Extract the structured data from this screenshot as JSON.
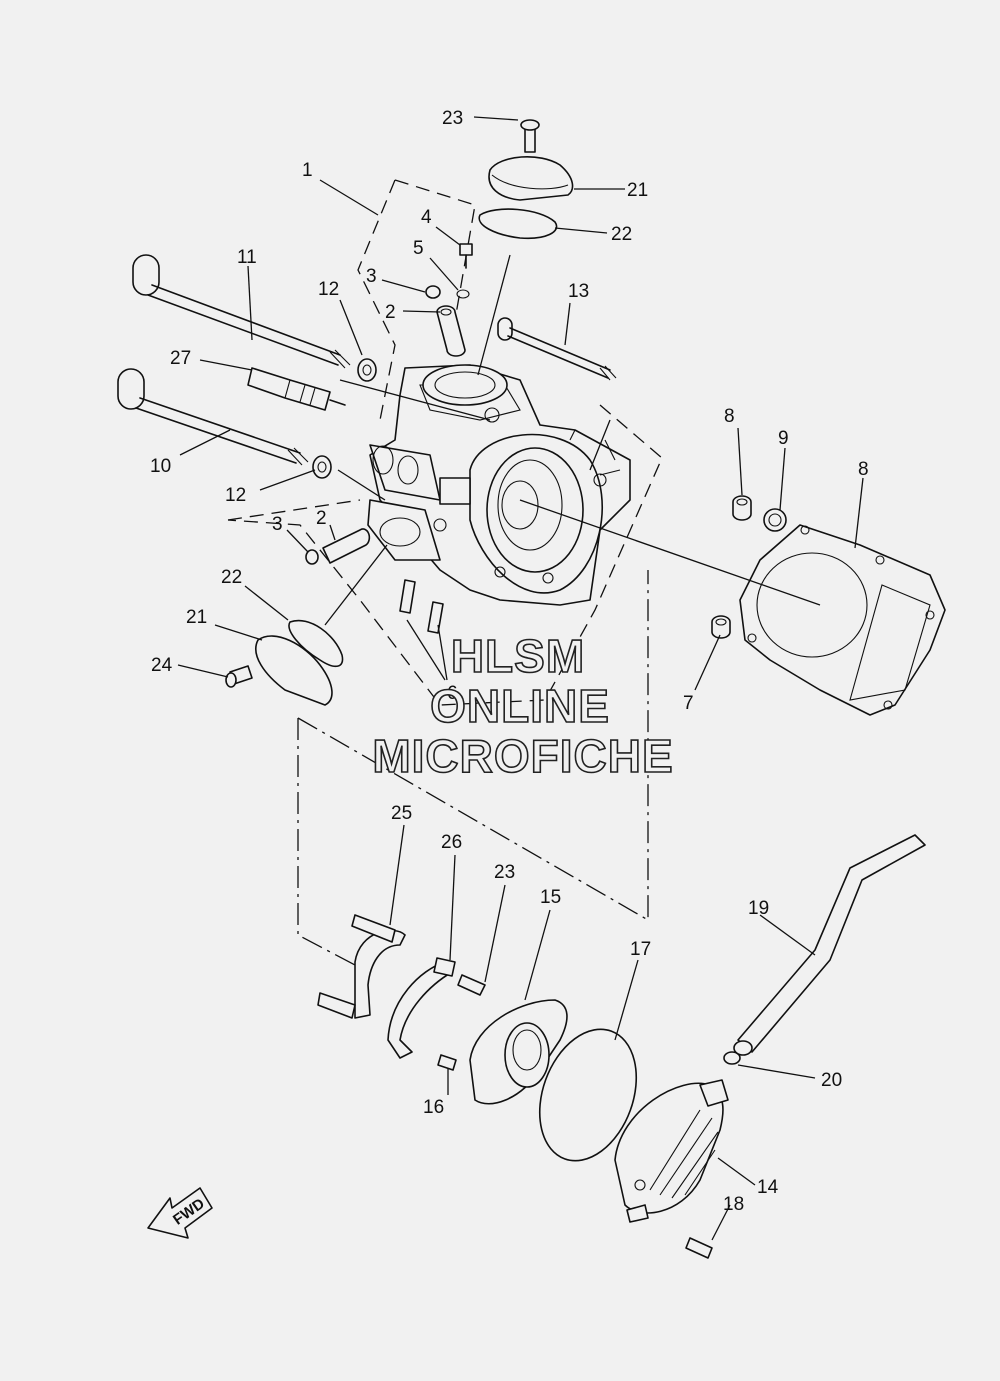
{
  "callouts": [
    {
      "id": "c1",
      "text": "1"
    },
    {
      "id": "c2a",
      "text": "2"
    },
    {
      "id": "c2b",
      "text": "2"
    },
    {
      "id": "c3a",
      "text": "3"
    },
    {
      "id": "c3b",
      "text": "3"
    },
    {
      "id": "c4",
      "text": "4"
    },
    {
      "id": "c5",
      "text": "5"
    },
    {
      "id": "c6",
      "text": "6"
    },
    {
      "id": "c7",
      "text": "7"
    },
    {
      "id": "c8a",
      "text": "8"
    },
    {
      "id": "c8b",
      "text": "8"
    },
    {
      "id": "c9",
      "text": "9"
    },
    {
      "id": "c10",
      "text": "10"
    },
    {
      "id": "c11",
      "text": "11"
    },
    {
      "id": "c12a",
      "text": "12"
    },
    {
      "id": "c12b",
      "text": "12"
    },
    {
      "id": "c13",
      "text": "13"
    },
    {
      "id": "c14",
      "text": "14"
    },
    {
      "id": "c15",
      "text": "15"
    },
    {
      "id": "c16",
      "text": "16"
    },
    {
      "id": "c17",
      "text": "17"
    },
    {
      "id": "c18",
      "text": "18"
    },
    {
      "id": "c19",
      "text": "19"
    },
    {
      "id": "c20",
      "text": "20"
    },
    {
      "id": "c21a",
      "text": "21"
    },
    {
      "id": "c21b",
      "text": "21"
    },
    {
      "id": "c22a",
      "text": "22"
    },
    {
      "id": "c22b",
      "text": "22"
    },
    {
      "id": "c23a",
      "text": "23"
    },
    {
      "id": "c23b",
      "text": "23"
    },
    {
      "id": "c24",
      "text": "24"
    },
    {
      "id": "c25",
      "text": "25"
    },
    {
      "id": "c26",
      "text": "26"
    },
    {
      "id": "c27",
      "text": "27"
    }
  ],
  "watermark": {
    "line1": "HLSM",
    "line2": "ONLINE",
    "line3": "MICROFICHE"
  },
  "direction_badge": {
    "text": "FWD"
  }
}
